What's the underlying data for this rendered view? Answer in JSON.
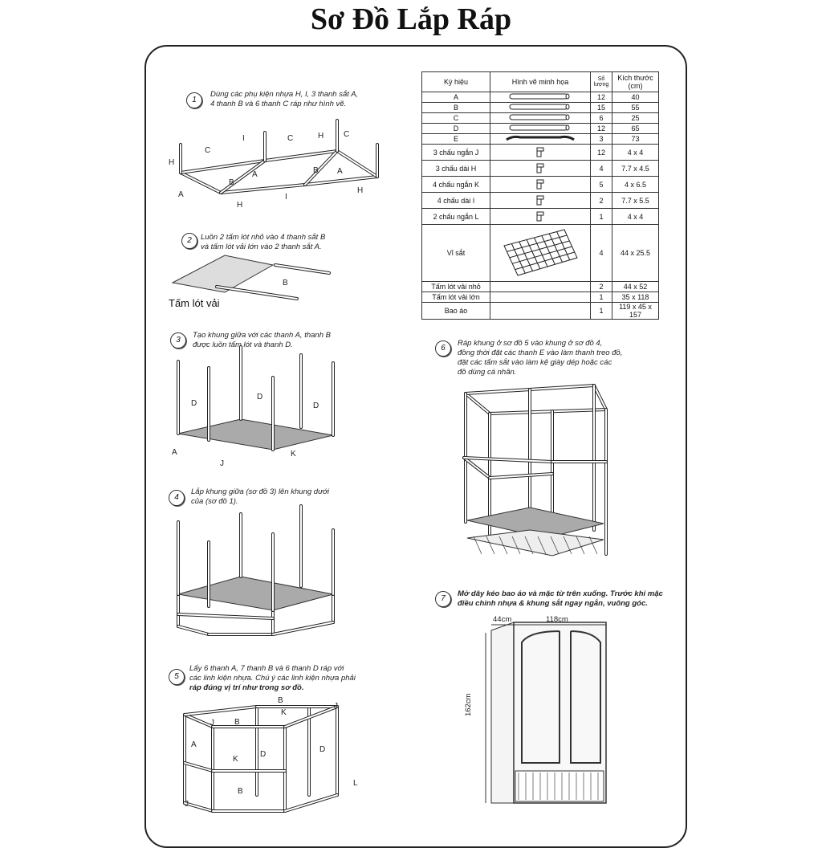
{
  "title": "Sơ Đồ Lắp Ráp",
  "steps": {
    "s1": {
      "num": "1",
      "line1": "Dùng  các phụ kiện nhựa H, I, 3 thanh sắt A,",
      "line2": "4 thanh B và 6 thanh C ráp như hình vẽ."
    },
    "s2": {
      "num": "2",
      "line1": "Luồn 2 tấm lót nhỏ vào 4 thanh sắt B",
      "line2": "và tấm lót vải lớn vào 2 thanh sắt A.",
      "caption": "Tấm lót vải"
    },
    "s3": {
      "num": "3",
      "line1": "Tạo khung giữa với các thanh A, thanh B",
      "line2": "được luồn tấm lót và thanh D."
    },
    "s4": {
      "num": "4",
      "line1": "Lắp khung giữa (sơ đồ 3) lên khung dưới",
      "line2": "của (sơ đồ 1)."
    },
    "s5": {
      "num": "5",
      "line1": "Lấy 6 thanh A, 7 thanh B và 6 thanh D ráp với",
      "line2": "các linh kiện nhựa. Chú ý các linh kiện nhựa phải",
      "line3": "ráp đúng vị trí như trong sơ đồ."
    },
    "s6": {
      "num": "6",
      "line1": "Ráp khung ở sơ đồ 5 vào khung ở sơ đồ 4,",
      "line2": "đồng thời đặt các thanh E vào làm thanh treo đồ,",
      "line3": "đặt các tấm sắt vào làm kệ giày dép hoặc các",
      "line4": "đồ dùng cá nhân."
    },
    "s7": {
      "num": "7",
      "line1": "Mở dây kéo bao áo và mặc từ trên xuống. Trước khi mặc",
      "line2": "điều chỉnh nhựa & khung sắt ngay ngắn, vuông góc.",
      "dim_depth": "44cm",
      "dim_width": "118cm",
      "dim_height": "162cm"
    }
  },
  "table": {
    "headers": {
      "symbol": "Ký hiệu",
      "illustration": "Hình vẽ minh họa",
      "qty": "Số lượng",
      "size": "Kích thước (cm)"
    },
    "rows": [
      {
        "symbol": "A",
        "qty": "12",
        "size": "40",
        "icon": "rod-icon"
      },
      {
        "symbol": "B",
        "qty": "15",
        "size": "55",
        "icon": "rod-icon"
      },
      {
        "symbol": "C",
        "qty": "6",
        "size": "25",
        "icon": "rod-icon"
      },
      {
        "symbol": "D",
        "qty": "12",
        "size": "65",
        "icon": "rod-icon"
      },
      {
        "symbol": "E",
        "qty": "3",
        "size": "73",
        "icon": "hanger-rod-icon"
      },
      {
        "symbol": "3 chấu ngắn J",
        "qty": "12",
        "size": "4 x 4",
        "icon": "connector-icon"
      },
      {
        "symbol": "3 chấu dài H",
        "qty": "4",
        "size": "7.7 x 4.5",
        "icon": "connector-icon"
      },
      {
        "symbol": "4 chấu ngắn K",
        "qty": "5",
        "size": "4 x 6.5",
        "icon": "connector-icon"
      },
      {
        "symbol": "4 chấu dài I",
        "qty": "2",
        "size": "7.7 x 5.5",
        "icon": "connector-icon"
      },
      {
        "symbol": "2 chấu ngắn L",
        "qty": "1",
        "size": "4 x 4",
        "icon": "connector-icon"
      },
      {
        "symbol": "Vỉ sắt",
        "qty": "4",
        "size": "44 x 25.5",
        "icon": "wire-grid-icon"
      },
      {
        "symbol": "Tấm lót vải nhỏ",
        "qty": "2",
        "size": "44 x 52",
        "icon": ""
      },
      {
        "symbol": "Tấm lót vải lớn",
        "qty": "1",
        "size": "35 x 118",
        "icon": ""
      },
      {
        "symbol": "Bao áo",
        "qty": "1",
        "size": "119 x 45 x 157",
        "icon": ""
      }
    ]
  },
  "labels": {
    "a": "A",
    "b": "B",
    "c": "C",
    "d": "D",
    "h": "H",
    "i": "I",
    "j": "J",
    "k": "K",
    "l": "L"
  }
}
